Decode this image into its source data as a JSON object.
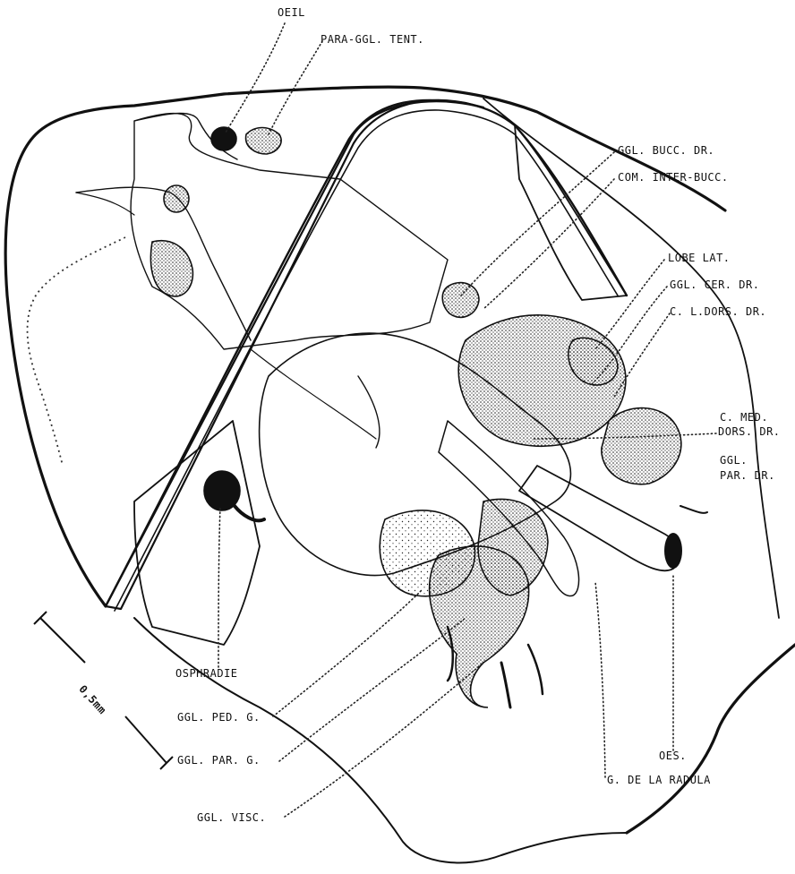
{
  "labels": {
    "oeil": "OEIL",
    "para_ggl_tent": "PARA-GGL. TENT.",
    "ggl_bucc_dr": "GGL. BUCC. DR.",
    "com_inter_bucc": "COM. INTER-BUCC.",
    "lobe_lat": "LOBE LAT.",
    "ggl_cer_dr": "GGL. CER. DR.",
    "c_l_dors_dr": "C. L.DORS. DR.",
    "c_med": "C. MED.",
    "dors_dr": "DORS. DR.",
    "ggl": "GGL.",
    "par_dr": "PAR. DR.",
    "osphradie": "OSPHRADIE",
    "ggl_ped_g": "GGL. PED. G.",
    "ggl_par_g": "GGL. PAR. G.",
    "ggl_visc": "GGL. VISC.",
    "g_de_la_radula": "G. DE LA RADULA",
    "oes": "OES."
  },
  "scale_bar": {
    "label": "0,5mm"
  }
}
